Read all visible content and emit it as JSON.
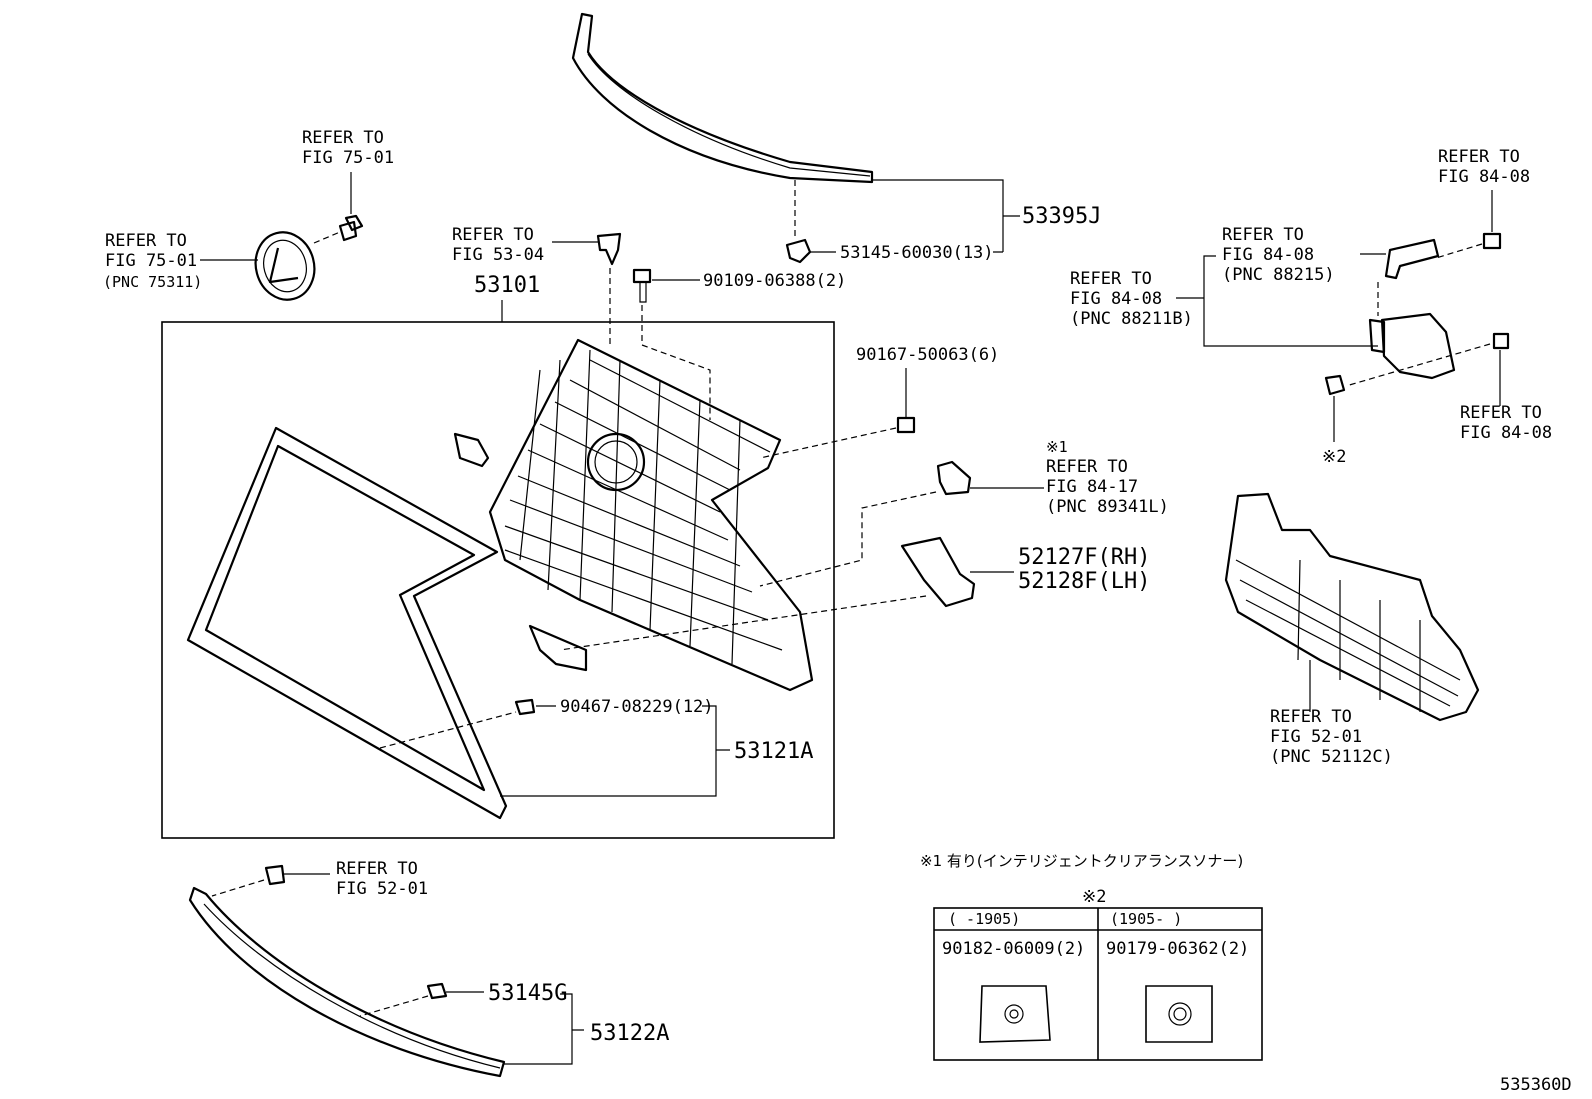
{
  "labels": {
    "emblem_ref": [
      "REFER TO",
      "FIG 75-01",
      "(PNC 75311)"
    ],
    "emblem_bolt_ref": [
      "REFER TO",
      "FIG 75-01"
    ],
    "clip_ref": [
      "REFER TO",
      "FIG 53-04"
    ],
    "grille_assy": "53101",
    "bolt_90109": "90109-06388(2)",
    "molding": "53395J",
    "clip_53145": "53145-60030(13)",
    "screw_90167": "90167-50063(6)",
    "sensor_ref": [
      "※1",
      "REFER TO",
      "FIG 84-17",
      "(PNC 89341L)"
    ],
    "bracket_rh": "52127F(RH)",
    "bracket_lh": "52128F(LH)",
    "clip_90467": "90467-08229(12)",
    "frame": "53121A",
    "radar_bracket_ref": [
      "REFER TO",
      "FIG 84-08",
      "(PNC 88215)"
    ],
    "radar_top_bolt_ref": [
      "REFER TO",
      "FIG 84-08"
    ],
    "radar_ref": [
      "REFER TO",
      "FIG 84-08",
      "(PNC 88211B)"
    ],
    "radar_bolt_ref": [
      "REFER TO",
      "FIG 84-08"
    ],
    "nut_note": "※2",
    "lower_grille_ref": [
      "REFER TO",
      "FIG 52-01",
      "(PNC 52112C)"
    ],
    "lower_bolt_ref": [
      "REFER TO",
      "FIG 52-01"
    ],
    "clip_53145g": "53145G",
    "lower_molding": "53122A",
    "footnote_1": "※1 有り(インテリジェントクリアランスソナー)",
    "diagram_code": "535360D"
  },
  "nut_table": {
    "title": "※2",
    "columns": [
      "(      -1905)",
      "(1905-      )"
    ],
    "parts": [
      "90182-06009(2)",
      "90179-06362(2)"
    ]
  }
}
